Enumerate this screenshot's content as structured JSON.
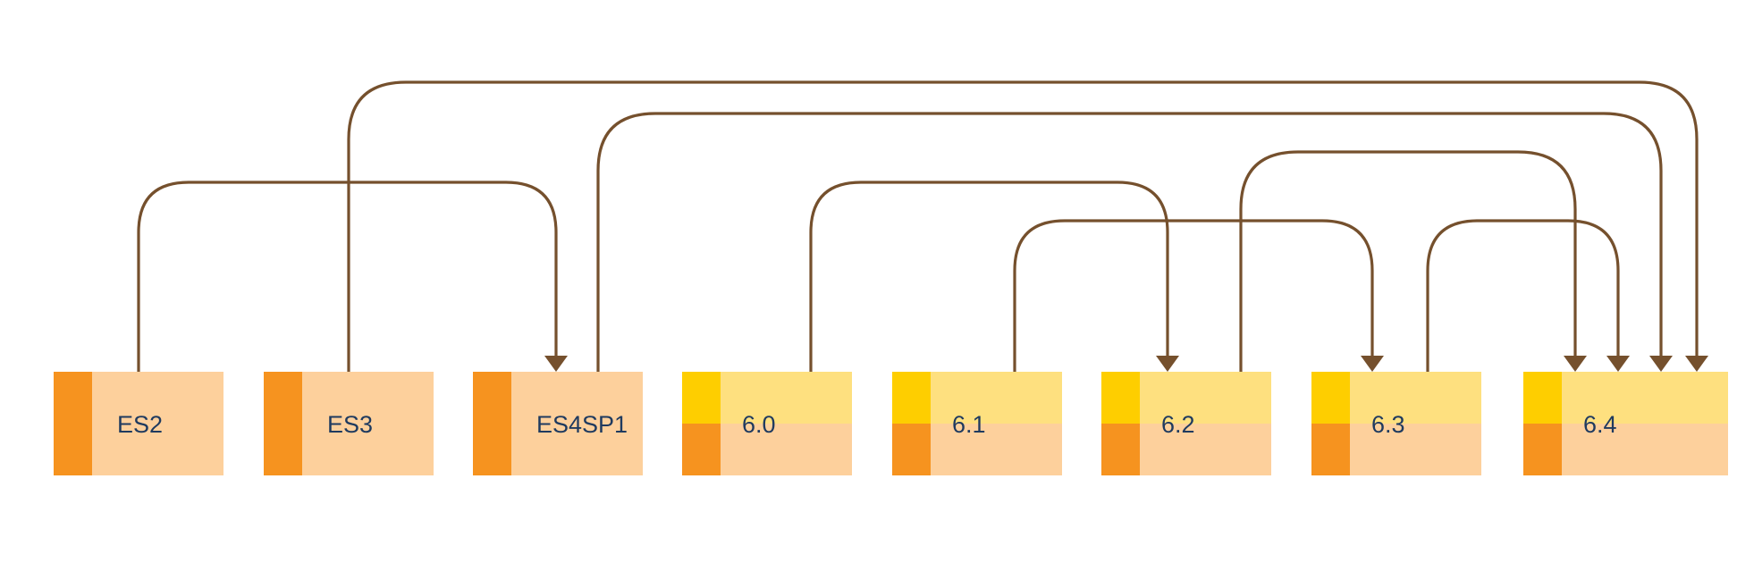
{
  "colors": {
    "orange_dark": "#f6931f",
    "orange_light": "#fdd09c",
    "yellow_dark": "#fece00",
    "yellow_light": "#fee07f",
    "connector": "#75502d",
    "label": "#1f3a5f",
    "background": "#ffffff"
  },
  "versions": [
    {
      "label": "ES2",
      "style": "solid"
    },
    {
      "label": "ES3",
      "style": "solid"
    },
    {
      "label": "ES4SP1",
      "style": "solid"
    },
    {
      "label": "6.0",
      "style": "split"
    },
    {
      "label": "6.1",
      "style": "split"
    },
    {
      "label": "6.2",
      "style": "split"
    },
    {
      "label": "6.3",
      "style": "split"
    },
    {
      "label": "6.4",
      "style": "split"
    }
  ],
  "upgrade_paths": [
    {
      "from": "ES2",
      "to": "ES4SP1"
    },
    {
      "from": "ES3",
      "to": "6.4"
    },
    {
      "from": "ES4SP1",
      "to": "6.4"
    },
    {
      "from": "6.0",
      "to": "6.2"
    },
    {
      "from": "6.1",
      "to": "6.3"
    },
    {
      "from": "6.2",
      "to": "6.4"
    },
    {
      "from": "6.3",
      "to": "6.4"
    }
  ]
}
